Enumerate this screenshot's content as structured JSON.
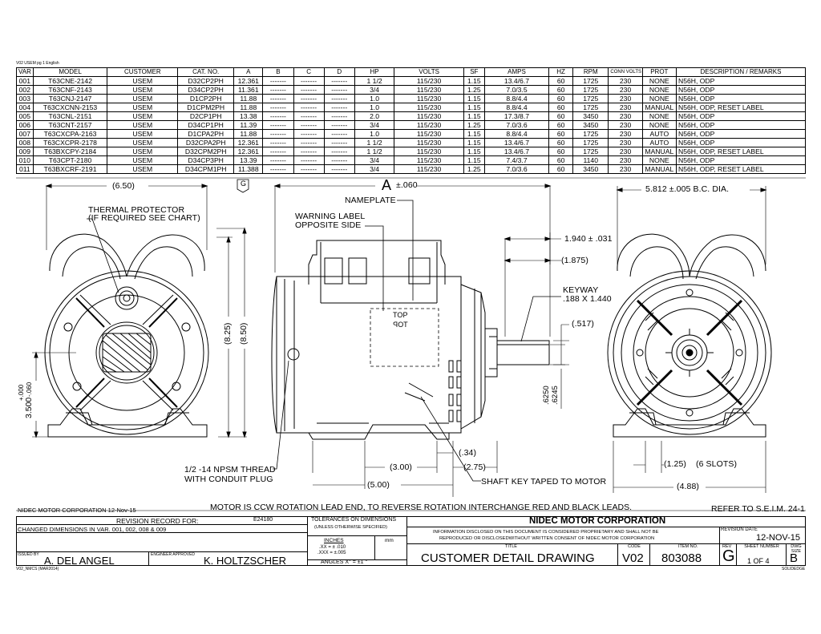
{
  "header": {
    "doc_tag": "V02 USEM pg 1 English"
  },
  "spec_table": {
    "columns": [
      "VAR",
      "MODEL",
      "CUSTOMER",
      "CAT. NO.",
      "A",
      "B",
      "C",
      "D",
      "HP",
      "VOLTS",
      "SF",
      "AMPS",
      "HZ",
      "RPM",
      "CONN VOLTS",
      "PROT",
      "DESCRIPTION / REMARKS"
    ],
    "rows": [
      [
        "001",
        "T63CNE-2142",
        "USEM",
        "D32CP2PH",
        "12.361",
        "-------",
        "-------",
        "-------",
        "1 1/2",
        "115/230",
        "1.15",
        "13.4/6.7",
        "60",
        "1725",
        "230",
        "NONE",
        "N56H, ODP"
      ],
      [
        "002",
        "T63CNF-2143",
        "USEM",
        "D34CP2PH",
        "11.361",
        "-------",
        "-------",
        "-------",
        "3/4",
        "115/230",
        "1.25",
        "7.0/3.5",
        "60",
        "1725",
        "230",
        "NONE",
        "N56H, ODP"
      ],
      [
        "003",
        "T63CNJ-2147",
        "USEM",
        "D1CP2PH",
        "11.88",
        "-------",
        "-------",
        "-------",
        "1.0",
        "115/230",
        "1.15",
        "8.8/4.4",
        "60",
        "1725",
        "230",
        "NONE",
        "N56H, ODP"
      ],
      [
        "004",
        "T63CXCNN-2153",
        "USEM",
        "D1CPM2PH",
        "11.88",
        "-------",
        "-------",
        "-------",
        "1.0",
        "115/230",
        "1.15",
        "8.8/4.4",
        "60",
        "1725",
        "230",
        "MANUAL",
        "N56H, ODP, RESET LABEL"
      ],
      [
        "005",
        "T63CNL-2151",
        "USEM",
        "D2CP1PH",
        "13.38",
        "-------",
        "-------",
        "-------",
        "2.0",
        "115/230",
        "1.15",
        "17.3/8.7",
        "60",
        "3450",
        "230",
        "NONE",
        "N56H, ODP"
      ],
      [
        "006",
        "T63CNT-2157",
        "USEM",
        "D34CP1PH",
        "11.39",
        "-------",
        "-------",
        "-------",
        "3/4",
        "115/230",
        "1.25",
        "7.0/3.6",
        "60",
        "3450",
        "230",
        "NONE",
        "N56H, ODP"
      ],
      [
        "007",
        "T63CXCPA-2163",
        "USEM",
        "D1CPA2PH",
        "11.88",
        "-------",
        "-------",
        "-------",
        "1.0",
        "115/230",
        "1.15",
        "8.8/4.4",
        "60",
        "1725",
        "230",
        "AUTO",
        "N56H, ODP"
      ],
      [
        "008",
        "T63CXCPR-2178",
        "USEM",
        "D32CPA2PH",
        "12.361",
        "-------",
        "-------",
        "-------",
        "1 1/2",
        "115/230",
        "1.15",
        "13.4/6.7",
        "60",
        "1725",
        "230",
        "AUTO",
        "N56H, ODP"
      ],
      [
        "009",
        "T63BXCPY-2184",
        "USEM",
        "D32CPM2PH",
        "12.361",
        "-------",
        "-------",
        "-------",
        "1 1/2",
        "115/230",
        "1.15",
        "13.4/6.7",
        "60",
        "1725",
        "230",
        "MANUAL",
        "N56H, ODP, RESET LABEL"
      ],
      [
        "010",
        "T63CPT-2180",
        "USEM",
        "D34CP3PH",
        "13.39",
        "-------",
        "-------",
        "-------",
        "3/4",
        "115/230",
        "1.15",
        "7.4/3.7",
        "60",
        "1140",
        "230",
        "NONE",
        "N56H, ODP"
      ],
      [
        "011",
        "T63BXCRF-2191",
        "USEM",
        "D34CPM1PH",
        "11.388",
        "-------",
        "-------",
        "-------",
        "3/4",
        "115/230",
        "1.25",
        "7.0/3.6",
        "60",
        "3450",
        "230",
        "MANUAL",
        "N56H, ODP, RESET LABEL"
      ]
    ]
  },
  "drawing": {
    "dim_650": "(6.50)",
    "rev_flag": "G",
    "thermal_protector": "THERMAL PROTECTOR",
    "thermal_protector_note": "(IF REQUIRED SEE CHART)",
    "dim_825": "(8.25)",
    "dim_850": "(8.50)",
    "dim_3500": "3.500",
    "dim_3500_plus": "+.000",
    "dim_3500_minus": "-.060",
    "conduit_thread": "1/2 -14 NPSM THREAD",
    "conduit_plug": "WITH CONDUIT PLUG",
    "dim_A": "A",
    "dim_A_tol": "±.060",
    "nameplate": "NAMEPLATE",
    "warning_label": "WARNING LABEL",
    "warning_label_2": "OPPOSITE SIDE",
    "top_label": "TOP",
    "top_label_mirror": "TOP",
    "dim_1940": "1.940 ± .031",
    "dim_1875": "(1.875)",
    "keyway": "KEYWAY",
    "keyway_size": ".188 X 1.440",
    "dim_517": "(.517)",
    "shaft_dia_1": ".6250",
    "shaft_dia_2": ".6245",
    "dim_034": "(.34)",
    "dim_300": "(3.00)",
    "dim_275": "(2.75)",
    "dim_500": "(5.00)",
    "shaft_key": "SHAFT KEY TAPED TO MOTOR",
    "bc_dia": "5.812 ±.005 B.C. DIA.",
    "dim_125": "(1.25)",
    "slots": "(6 SLOTS)",
    "dim_488": "(4.88)"
  },
  "notes": {
    "company_date": "NIDEC MOTOR CORPORATION 12-Nov-15",
    "rotation_note": "MOTOR IS CCW ROTATION LEAD END, TO REVERSE ROTATION INTERCHANGE RED AND BLACK LEADS.",
    "refer_note": "REFER TO S.E.I.M. 24-1"
  },
  "title_block": {
    "revision_record_label": "REVISION RECORD FOR:",
    "revision_record_no": "E24180",
    "revision_text": "CHANGED DIMENSIONS IN VAR. 001, 002, 008 & 009",
    "tolerances_title": "TOLERANCES ON DIMENSIONS",
    "tolerances_sub": "(UNLESS OTHERWISE SPECIFIED)",
    "inches": "INCHES",
    "mm": "mm",
    "tol_xx": ".XX = ± .010",
    "tol_xxx": ".XXX = ±.005",
    "angles": "ANGLES X° = ±1 °",
    "company": "NIDEC MOTOR CORPORATION",
    "proprietary_1": "INFORMATION DISCLOSED ON THIS DOCUMENT IS CONSIDERED PROPRIETARY AND SHALL NOT BE",
    "proprietary_2": "REPRODUCED OR DISCLOSEDWITHOUT WRITTEN CONSENT OF NIDEC MOTOR CORPORATION",
    "revision_date_label": "REVISION DATE",
    "revision_date": "12-NOV-15",
    "title_label": "TITLE",
    "code_label": "CODE",
    "item_no_label": "ITEM NO.",
    "rev_label": "REV",
    "sheet_number_label": "SHEET NUMBER",
    "dwg_size_label": "DWG SIZE",
    "title": "CUSTOMER  DETAIL  DRAWING",
    "code": "V02",
    "item_no": "803088",
    "rev": "G",
    "sheet": "1  OF  4",
    "dwg_size": "B",
    "issued_by_label": "ISSUED BY",
    "issued_by": "A. DEL ANGEL",
    "engineer_label": "ENGINEER APPROVED",
    "engineer": "K. HOLTZSCHER",
    "footer_left": "V02_NMCS (MAR2014)",
    "footer_right": "SOLIDEDGE"
  }
}
